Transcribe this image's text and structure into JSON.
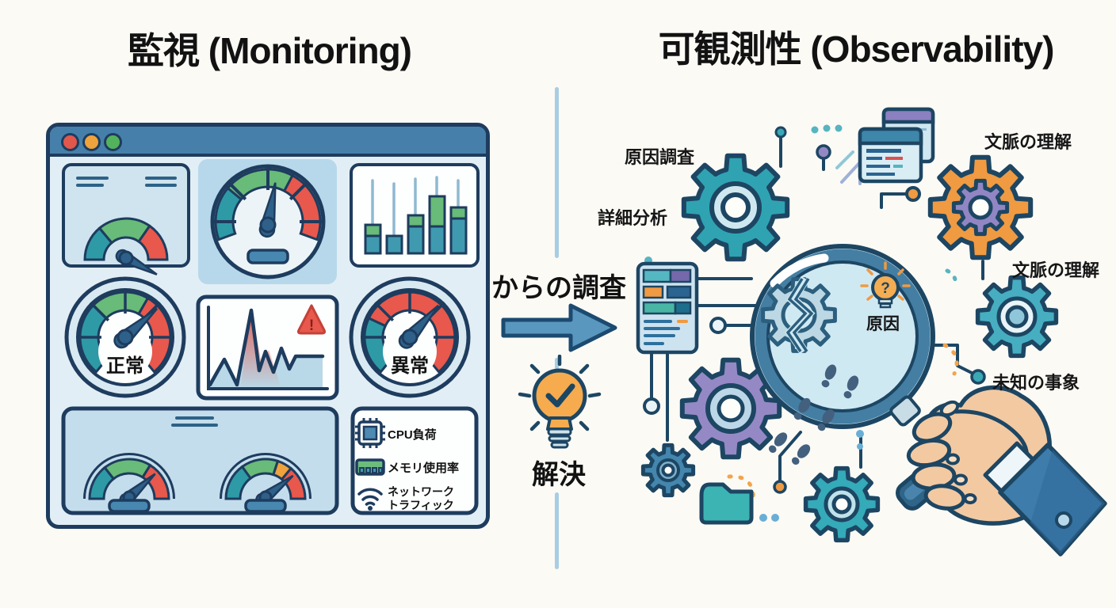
{
  "left": {
    "title": "監視 (Monitoring)",
    "dashboard": {
      "gauge_normal": "正常",
      "gauge_abnormal": "異常",
      "warning_mark": "!",
      "legend": [
        {
          "icon": "cpu-icon",
          "label": "CPU負荷"
        },
        {
          "icon": "memory-icon",
          "label": "メモリ使用率"
        },
        {
          "icon": "network-icon",
          "label": "ネットワーク",
          "label2": "トラフィック"
        }
      ]
    }
  },
  "center": {
    "investigation_label": "からの調査",
    "solution_label": "解決"
  },
  "right": {
    "title": "可観測性 (Observability)",
    "labels": {
      "cause_investigation": "原因調査",
      "detailed_analysis": "詳細分析",
      "context_top": "文脈の理解",
      "context_right": "文脈の理解",
      "unknown_events": "未知の事象",
      "cause": "原因",
      "question_mark": "?"
    }
  },
  "colors": {
    "outline_navy": "#1d4663",
    "steel_blue": "#4680aa",
    "teal": "#35a0ae",
    "green": "#68bb78",
    "red": "#e8584c",
    "orange": "#f09a42",
    "purple": "#8b80c0",
    "skin": "#f3c9a2",
    "panel_blue": "#cfe4ef",
    "divider_blue": "#a9cde2"
  }
}
